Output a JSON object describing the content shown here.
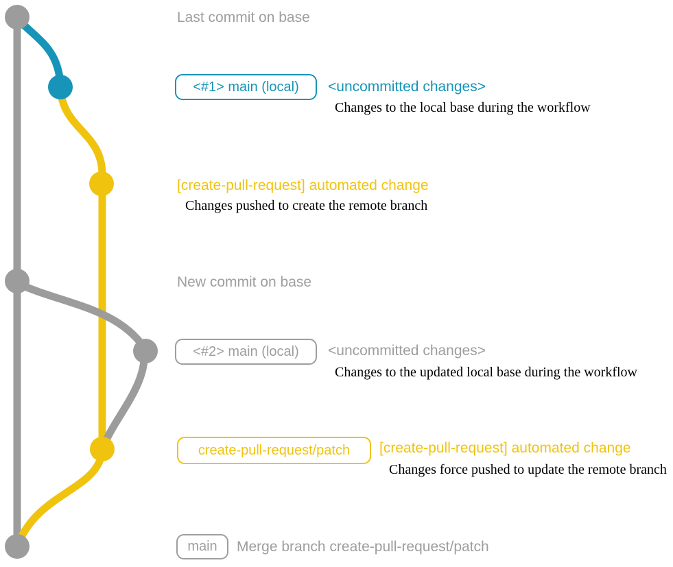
{
  "colors": {
    "base": "#9c9c9c",
    "local_branch": "#1695b8",
    "remote_branch": "#f0c30f",
    "label_gray": "#9e9e9e",
    "note_text": "#000000"
  },
  "rows": {
    "base_tip": {
      "message": "Last commit on base"
    },
    "local_1": {
      "tag": "<#1> main (local)",
      "message": "<uncommitted changes>",
      "note": "Changes to the local base during the workflow"
    },
    "remote_1": {
      "message": "[create-pull-request] automated change",
      "note": "Changes pushed to create the remote branch"
    },
    "base_new": {
      "message": "New commit on base"
    },
    "local_2": {
      "tag": "<#2> main (local)",
      "message": "<uncommitted changes>",
      "note": "Changes to the updated local base during the workflow"
    },
    "remote_2": {
      "tag": "create-pull-request/patch",
      "message": "[create-pull-request] automated change",
      "note": "Changes force pushed to update the remote branch"
    },
    "merge": {
      "tag": "main",
      "message": "Merge branch create-pull-request/patch"
    }
  }
}
